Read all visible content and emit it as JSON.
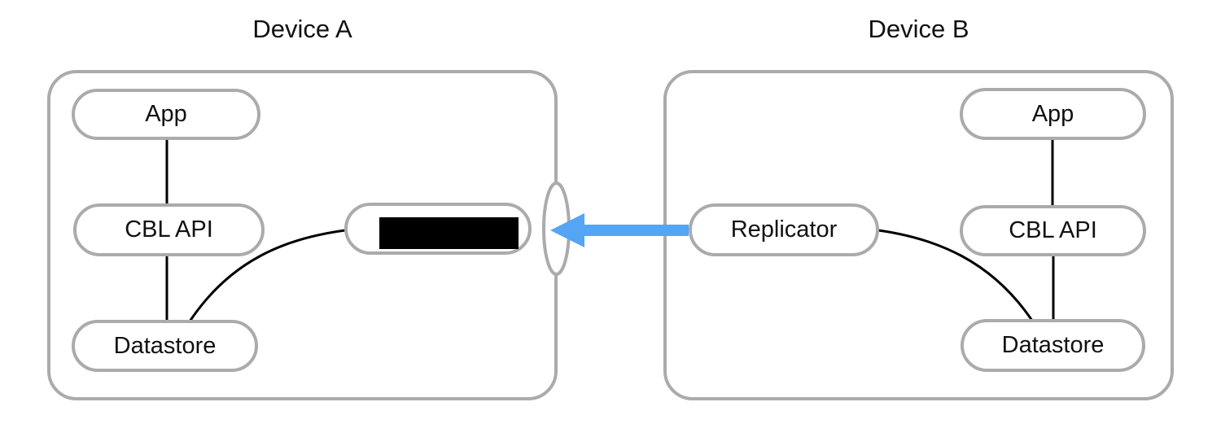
{
  "diagram": {
    "device_a": {
      "title": "Device A",
      "app_label": "App",
      "cbl_api_label": "CBL API",
      "datastore_label": "Datastore",
      "redacted_node": {
        "label": "",
        "redacted": true
      }
    },
    "device_b": {
      "title": "Device B",
      "app_label": "App",
      "cbl_api_label": "CBL API",
      "datastore_label": "Datastore",
      "replicator_label": "Replicator"
    },
    "edges": [
      {
        "from": "app-a",
        "to": "cbl-api-a",
        "style": "line"
      },
      {
        "from": "cbl-api-a",
        "to": "datastore-a",
        "style": "line"
      },
      {
        "from": "redacted-node-a",
        "to": "datastore-a",
        "style": "curve"
      },
      {
        "from": "app-b",
        "to": "cbl-api-b",
        "style": "line"
      },
      {
        "from": "cbl-api-b",
        "to": "datastore-b",
        "style": "line"
      },
      {
        "from": "replicator-b",
        "to": "datastore-b",
        "style": "curve"
      },
      {
        "from": "replicator-b",
        "to": "port-ellipse-a",
        "style": "arrow"
      }
    ],
    "colors": {
      "border_gray": "#ABABAB",
      "line_black": "#000000",
      "arrow_blue": "#54A5F3",
      "redaction_black": "#000000",
      "background": "#FFFFFF"
    }
  }
}
